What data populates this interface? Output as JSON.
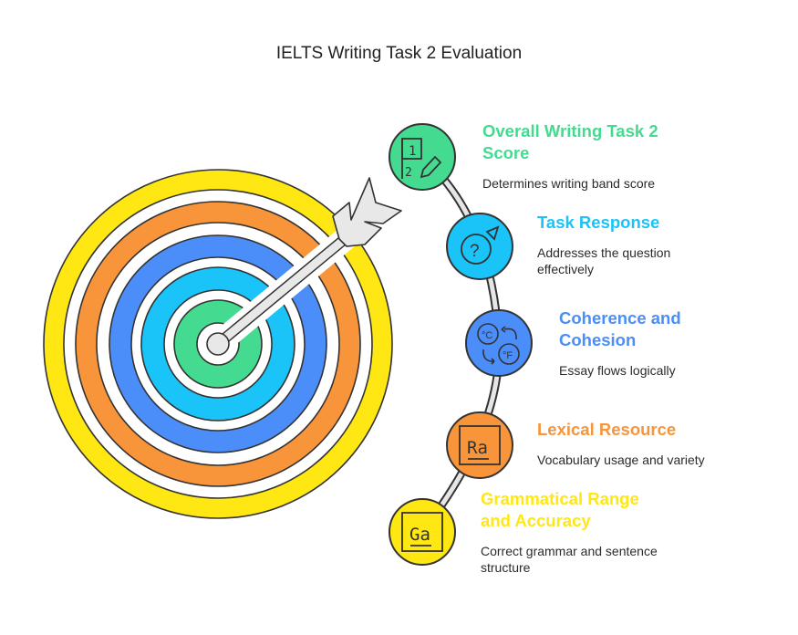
{
  "title": "IELTS Writing Task 2 Evaluation",
  "colors": {
    "green": "#44DB91",
    "light_blue": "#1AC3F8",
    "blue": "#4B8EF9",
    "orange": "#F8953A",
    "yellow": "#FFE713"
  },
  "items": [
    {
      "heading_line1": "Overall Writing Task 2",
      "heading_line2": "Score",
      "description": "Determines writing band score",
      "icon": "score-sheet-pencil-icon",
      "icon_text_a": "1",
      "icon_text_b": "2"
    },
    {
      "heading_line1": "Task Response",
      "description_line1": "Addresses the question",
      "description_line2": "effectively",
      "icon": "question-target-icon"
    },
    {
      "heading_line1": "Coherence and",
      "heading_line2": "Cohesion",
      "description": "Essay flows logically",
      "icon": "temperature-conversion-icon",
      "icon_text_a": "°C",
      "icon_text_b": "°F"
    },
    {
      "heading_line1": "Lexical Resource",
      "description": "Vocabulary usage and variety",
      "icon": "vocabulary-ra-icon",
      "icon_text_a": "Ra"
    },
    {
      "heading_line1": "Grammatical Range",
      "heading_line2": "and Accuracy",
      "description_line1": "Correct grammar and sentence",
      "description_line2": "structure",
      "icon": "grammar-ga-icon",
      "icon_text_a": "Ga"
    }
  ]
}
